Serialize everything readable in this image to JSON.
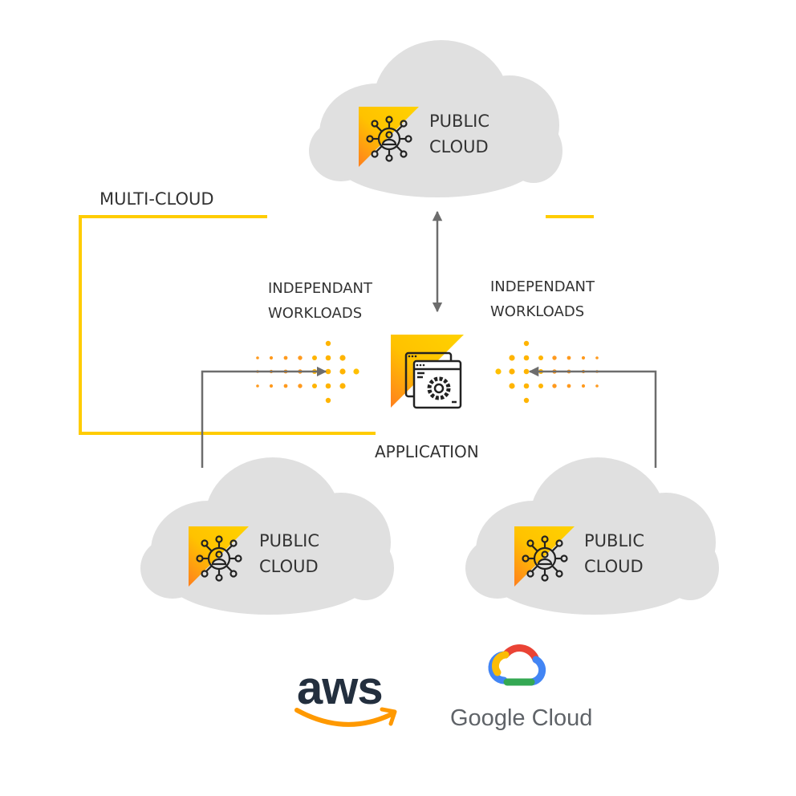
{
  "multi_cloud_label": "MULTI-CLOUD",
  "clouds": {
    "top": {
      "line1": "PUBLIC",
      "line2": "CLOUD",
      "icon": "network-person-icon"
    },
    "bottom_left": {
      "line1": "PUBLIC",
      "line2": "CLOUD",
      "icon": "network-person-icon"
    },
    "bottom_right": {
      "line1": "PUBLIC",
      "line2": "CLOUD",
      "icon": "network-person-icon"
    }
  },
  "workloads": {
    "left": {
      "line1": "INDEPENDANT",
      "line2": "WORKLOADS"
    },
    "right": {
      "line1": "INDEPENDANT",
      "line2": "WORKLOADS"
    }
  },
  "application_label": "APPLICATION",
  "logos": {
    "aws": "aws",
    "google": "Google Cloud"
  },
  "colors": {
    "accent_yellow": "#FFCC00",
    "accent_orange": "#FF8A1E",
    "cloud_gray": "#E0E0E0",
    "arrow_gray": "#6D6D6D",
    "text": "#333333"
  }
}
